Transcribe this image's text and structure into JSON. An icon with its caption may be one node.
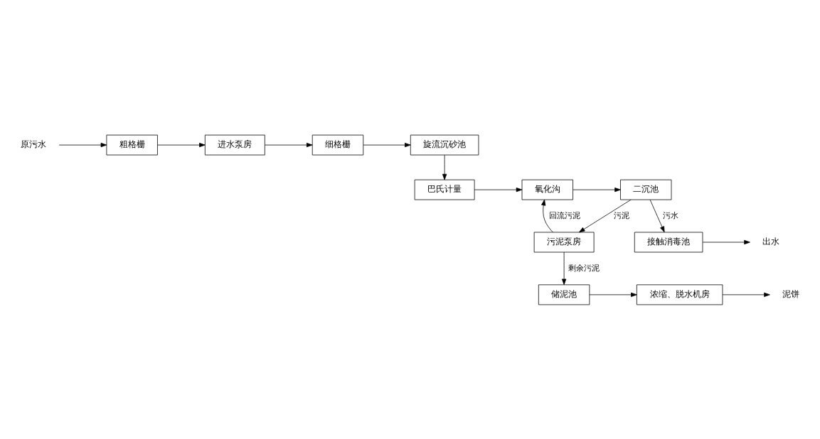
{
  "diagram": {
    "nodes": [
      {
        "text": [
          "原污水"
        ]
      },
      {
        "text": [
          "粗格栅"
        ]
      },
      {
        "text": [
          "进水泵房"
        ]
      },
      {
        "text": [
          "细格栅"
        ]
      },
      {
        "text": [
          "旋流沉砂池"
        ]
      },
      {
        "text": [
          "巴氏计量"
        ]
      },
      {
        "text": [
          "氧化沟"
        ]
      },
      {
        "text": [
          "二沉池"
        ]
      },
      {
        "text": [
          "污泥泵房"
        ]
      },
      {
        "text": [
          "储泥池"
        ]
      },
      {
        "text": [
          "浓缩、脱水机房"
        ]
      },
      {
        "text": [
          "泥饼"
        ]
      },
      {
        "text": [
          "接触消毒池"
        ]
      },
      {
        "text": [
          "出水"
        ]
      }
    ],
    "edges": [
      {
        "from": 0,
        "to": 1,
        "arrow": "to"
      },
      {
        "from": 1,
        "to": 2,
        "arrow": "to"
      },
      {
        "from": 2,
        "to": 3,
        "arrow": "to"
      },
      {
        "from": 3,
        "to": 4,
        "arrow": "to"
      },
      {
        "from": 4,
        "to": 5,
        "arrow": "to"
      },
      {
        "from": 5,
        "to": 6,
        "arrow": "to"
      },
      {
        "from": 6,
        "to": 7,
        "arrow": "to"
      },
      {
        "from": 7,
        "to": 12,
        "arrow": "to",
        "label": "污水"
      },
      {
        "from": 7,
        "to": 8,
        "arrow": "to",
        "label": "污泥"
      },
      {
        "from": 8,
        "to": 6,
        "arrow": "to",
        "label": "回流污泥"
      },
      {
        "from": 8,
        "to": 9,
        "arrow": "to",
        "label": "剩余污泥"
      },
      {
        "from": 9,
        "to": 10,
        "arrow": "to"
      },
      {
        "from": 10,
        "to": 11,
        "arrow": "to"
      },
      {
        "from": 12,
        "to": 13,
        "arrow": "to"
      }
    ]
  }
}
